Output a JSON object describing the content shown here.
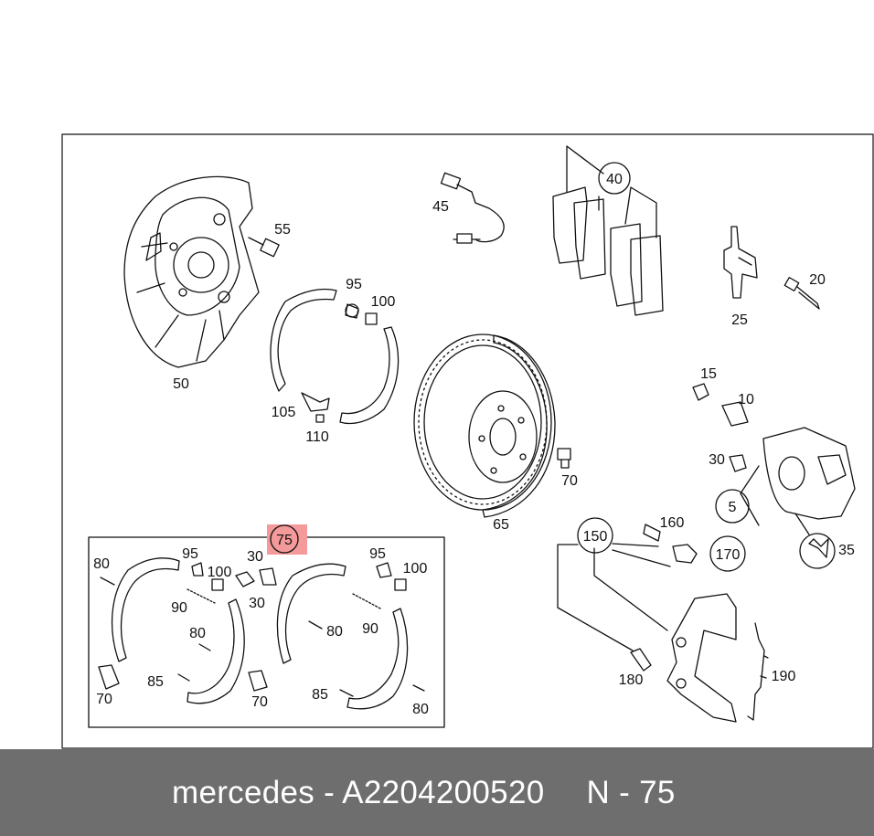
{
  "diagram": {
    "highlight_color": "#f49a9a",
    "line_color": "#111111",
    "callouts": [
      {
        "id": "c40",
        "text": "40",
        "circled": true
      },
      {
        "id": "c45",
        "text": "45"
      },
      {
        "id": "c55",
        "text": "55"
      },
      {
        "id": "c50",
        "text": "50"
      },
      {
        "id": "c95a",
        "text": "95"
      },
      {
        "id": "c100a",
        "text": "100"
      },
      {
        "id": "c105",
        "text": "105"
      },
      {
        "id": "c110",
        "text": "110"
      },
      {
        "id": "c25",
        "text": "25"
      },
      {
        "id": "c20",
        "text": "20"
      },
      {
        "id": "c15",
        "text": "15"
      },
      {
        "id": "c10",
        "text": "10"
      },
      {
        "id": "c30a",
        "text": "30"
      },
      {
        "id": "c70a",
        "text": "70"
      },
      {
        "id": "c65",
        "text": "65"
      },
      {
        "id": "c5",
        "text": "5",
        "circled": true
      },
      {
        "id": "c35",
        "text": "35"
      },
      {
        "id": "c75",
        "text": "75",
        "circled": true,
        "highlighted": true
      },
      {
        "id": "c150",
        "text": "150",
        "circled": true
      },
      {
        "id": "c160",
        "text": "160"
      },
      {
        "id": "c170",
        "text": "170",
        "circled": true
      },
      {
        "id": "c180",
        "text": "180"
      },
      {
        "id": "c190",
        "text": "190"
      },
      {
        "id": "k80a",
        "text": "80"
      },
      {
        "id": "k95b",
        "text": "95"
      },
      {
        "id": "k100b",
        "text": "100"
      },
      {
        "id": "k30b",
        "text": "30"
      },
      {
        "id": "k30c",
        "text": "30"
      },
      {
        "id": "k90a",
        "text": "90"
      },
      {
        "id": "k80b",
        "text": "80"
      },
      {
        "id": "k85a",
        "text": "85"
      },
      {
        "id": "k70b",
        "text": "70"
      },
      {
        "id": "k70c",
        "text": "70"
      },
      {
        "id": "k95c",
        "text": "95"
      },
      {
        "id": "k100c",
        "text": "100"
      },
      {
        "id": "k80c",
        "text": "80"
      },
      {
        "id": "k90b",
        "text": "90"
      },
      {
        "id": "k85b",
        "text": "85"
      },
      {
        "id": "k80d",
        "text": "80"
      }
    ]
  },
  "footer": {
    "brand": "mercedes",
    "separator": "-",
    "part_number": "A2204200520",
    "ref_letter": "N",
    "ref_separator": "-",
    "ref_number": "75"
  }
}
